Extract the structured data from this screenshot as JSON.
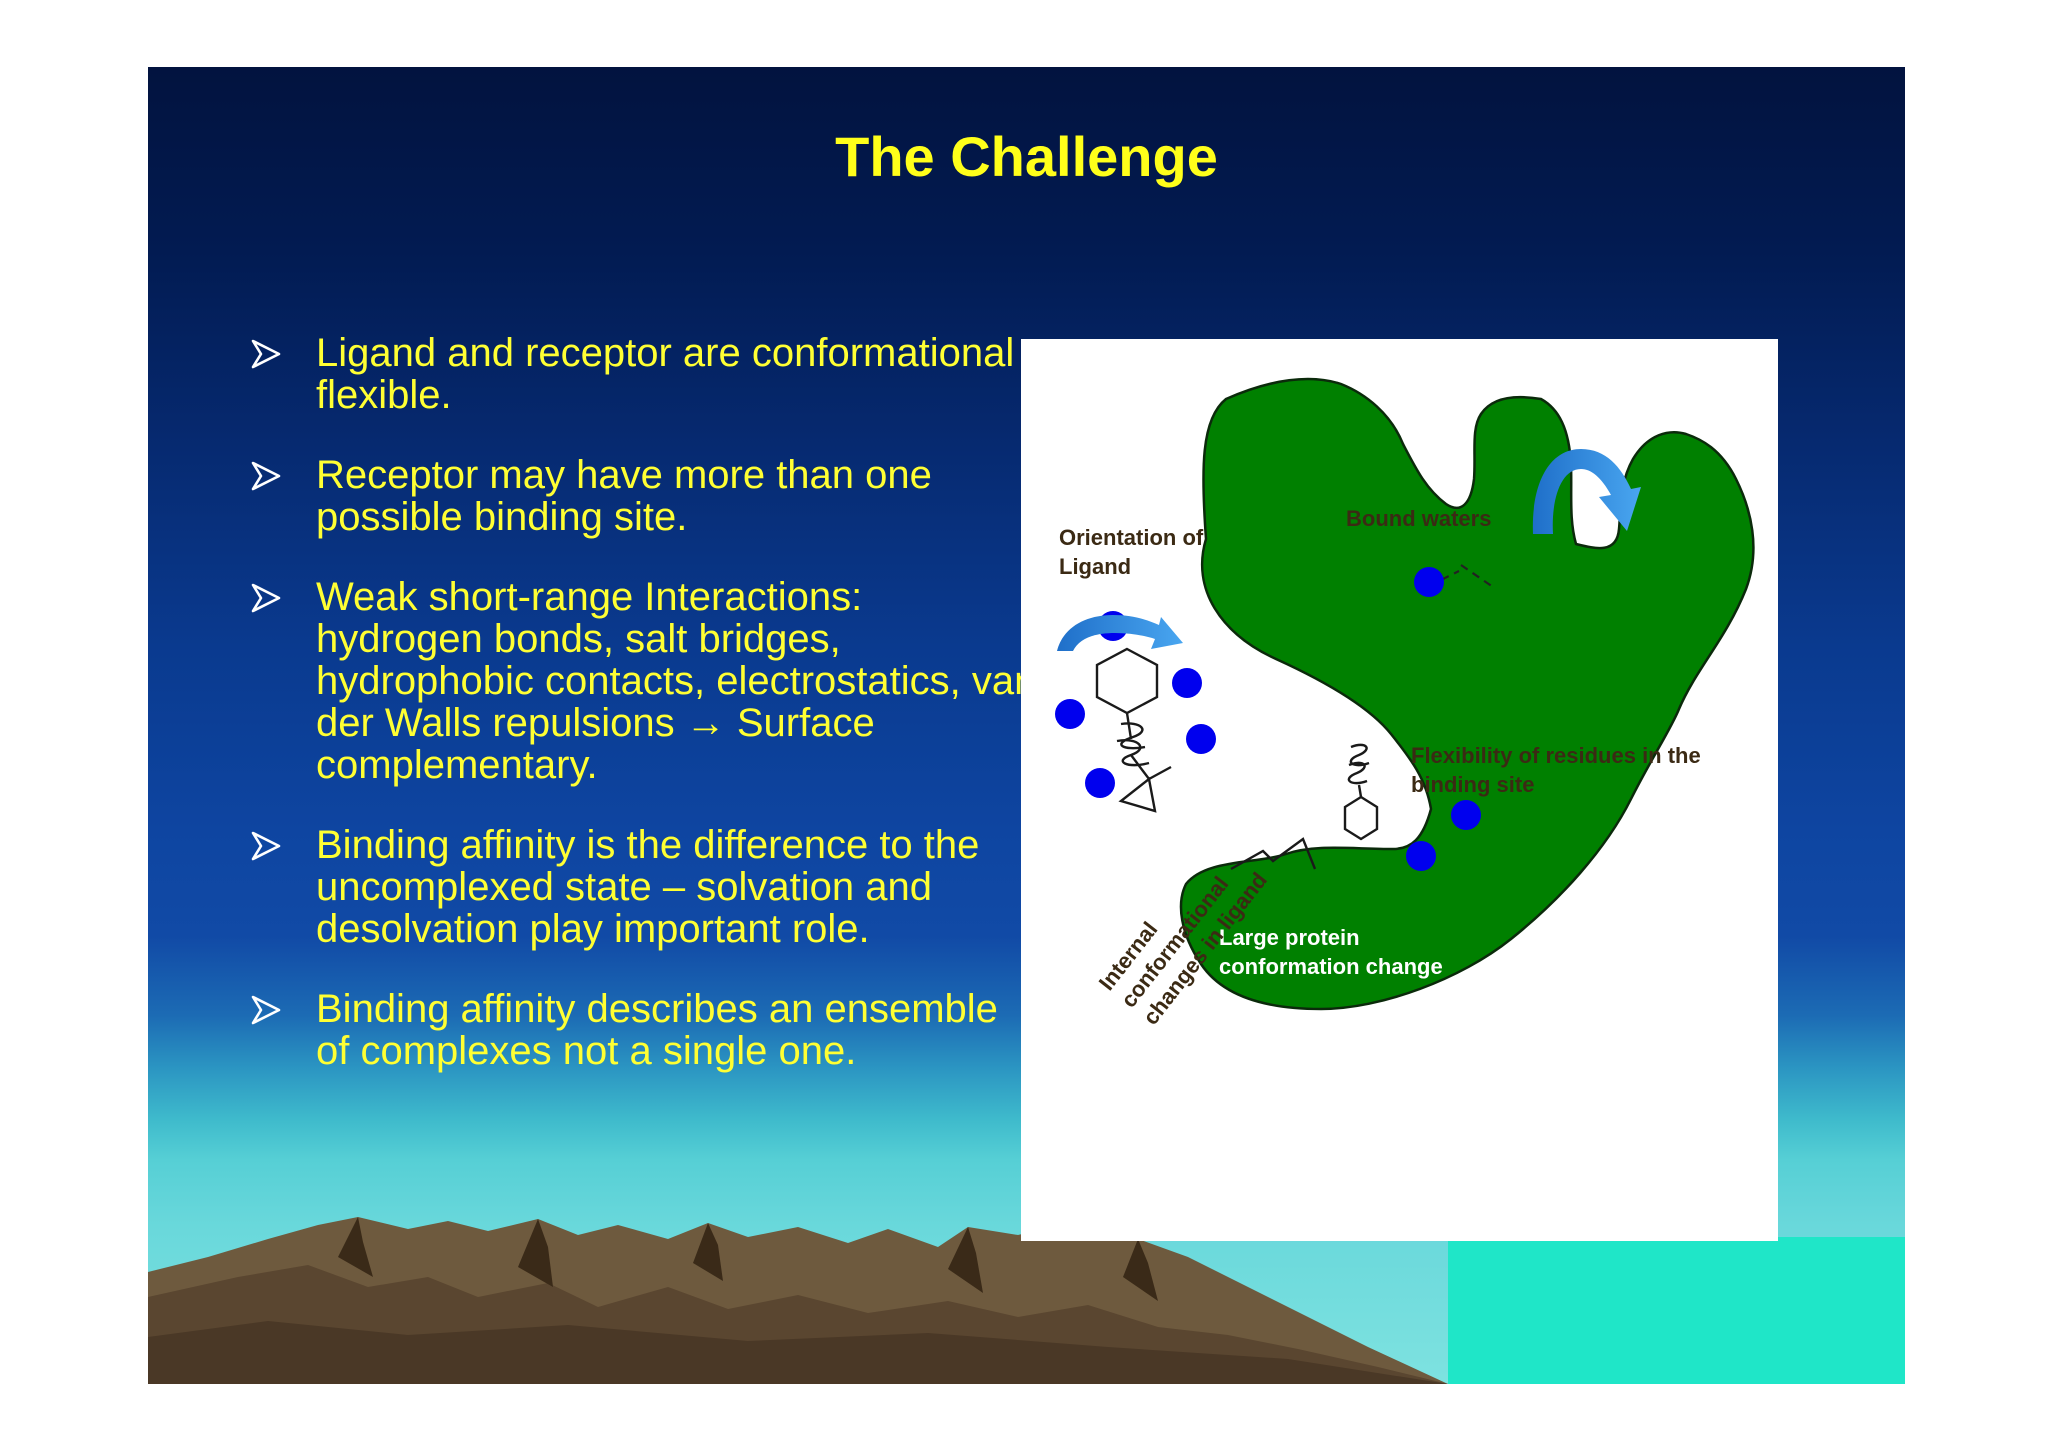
{
  "slide": {
    "title": "The Challenge",
    "bullets": [
      "Ligand and receptor are conformational flexible.",
      "Receptor may have more than one possible binding site.",
      "Weak short-range Interactions: hydrogen bonds, salt bridges, hydrophobic contacts, electrostatics, van der Walls repulsions → Surface complementary.",
      "Binding affinity is the difference to the uncomplexed state – solvation and desolvation play important role.",
      "Binding affinity describes an ensemble of complexes not a single one."
    ],
    "bullet_icon": "arrowhead-bullet-icon",
    "colors": {
      "title": "#ffff1a",
      "bullet_text": "#ffff33",
      "protein": "#008000",
      "water": "#0000ff",
      "arrow": "#2f8fe0"
    }
  },
  "figure": {
    "labels": {
      "orientation": "Orientation of Ligand",
      "bound_waters": "Bound waters",
      "flexibility": "Flexibility of residues in the binding site",
      "internal": "Internal conformational changes in ligand",
      "large_protein": "Large protein conformation change"
    }
  }
}
